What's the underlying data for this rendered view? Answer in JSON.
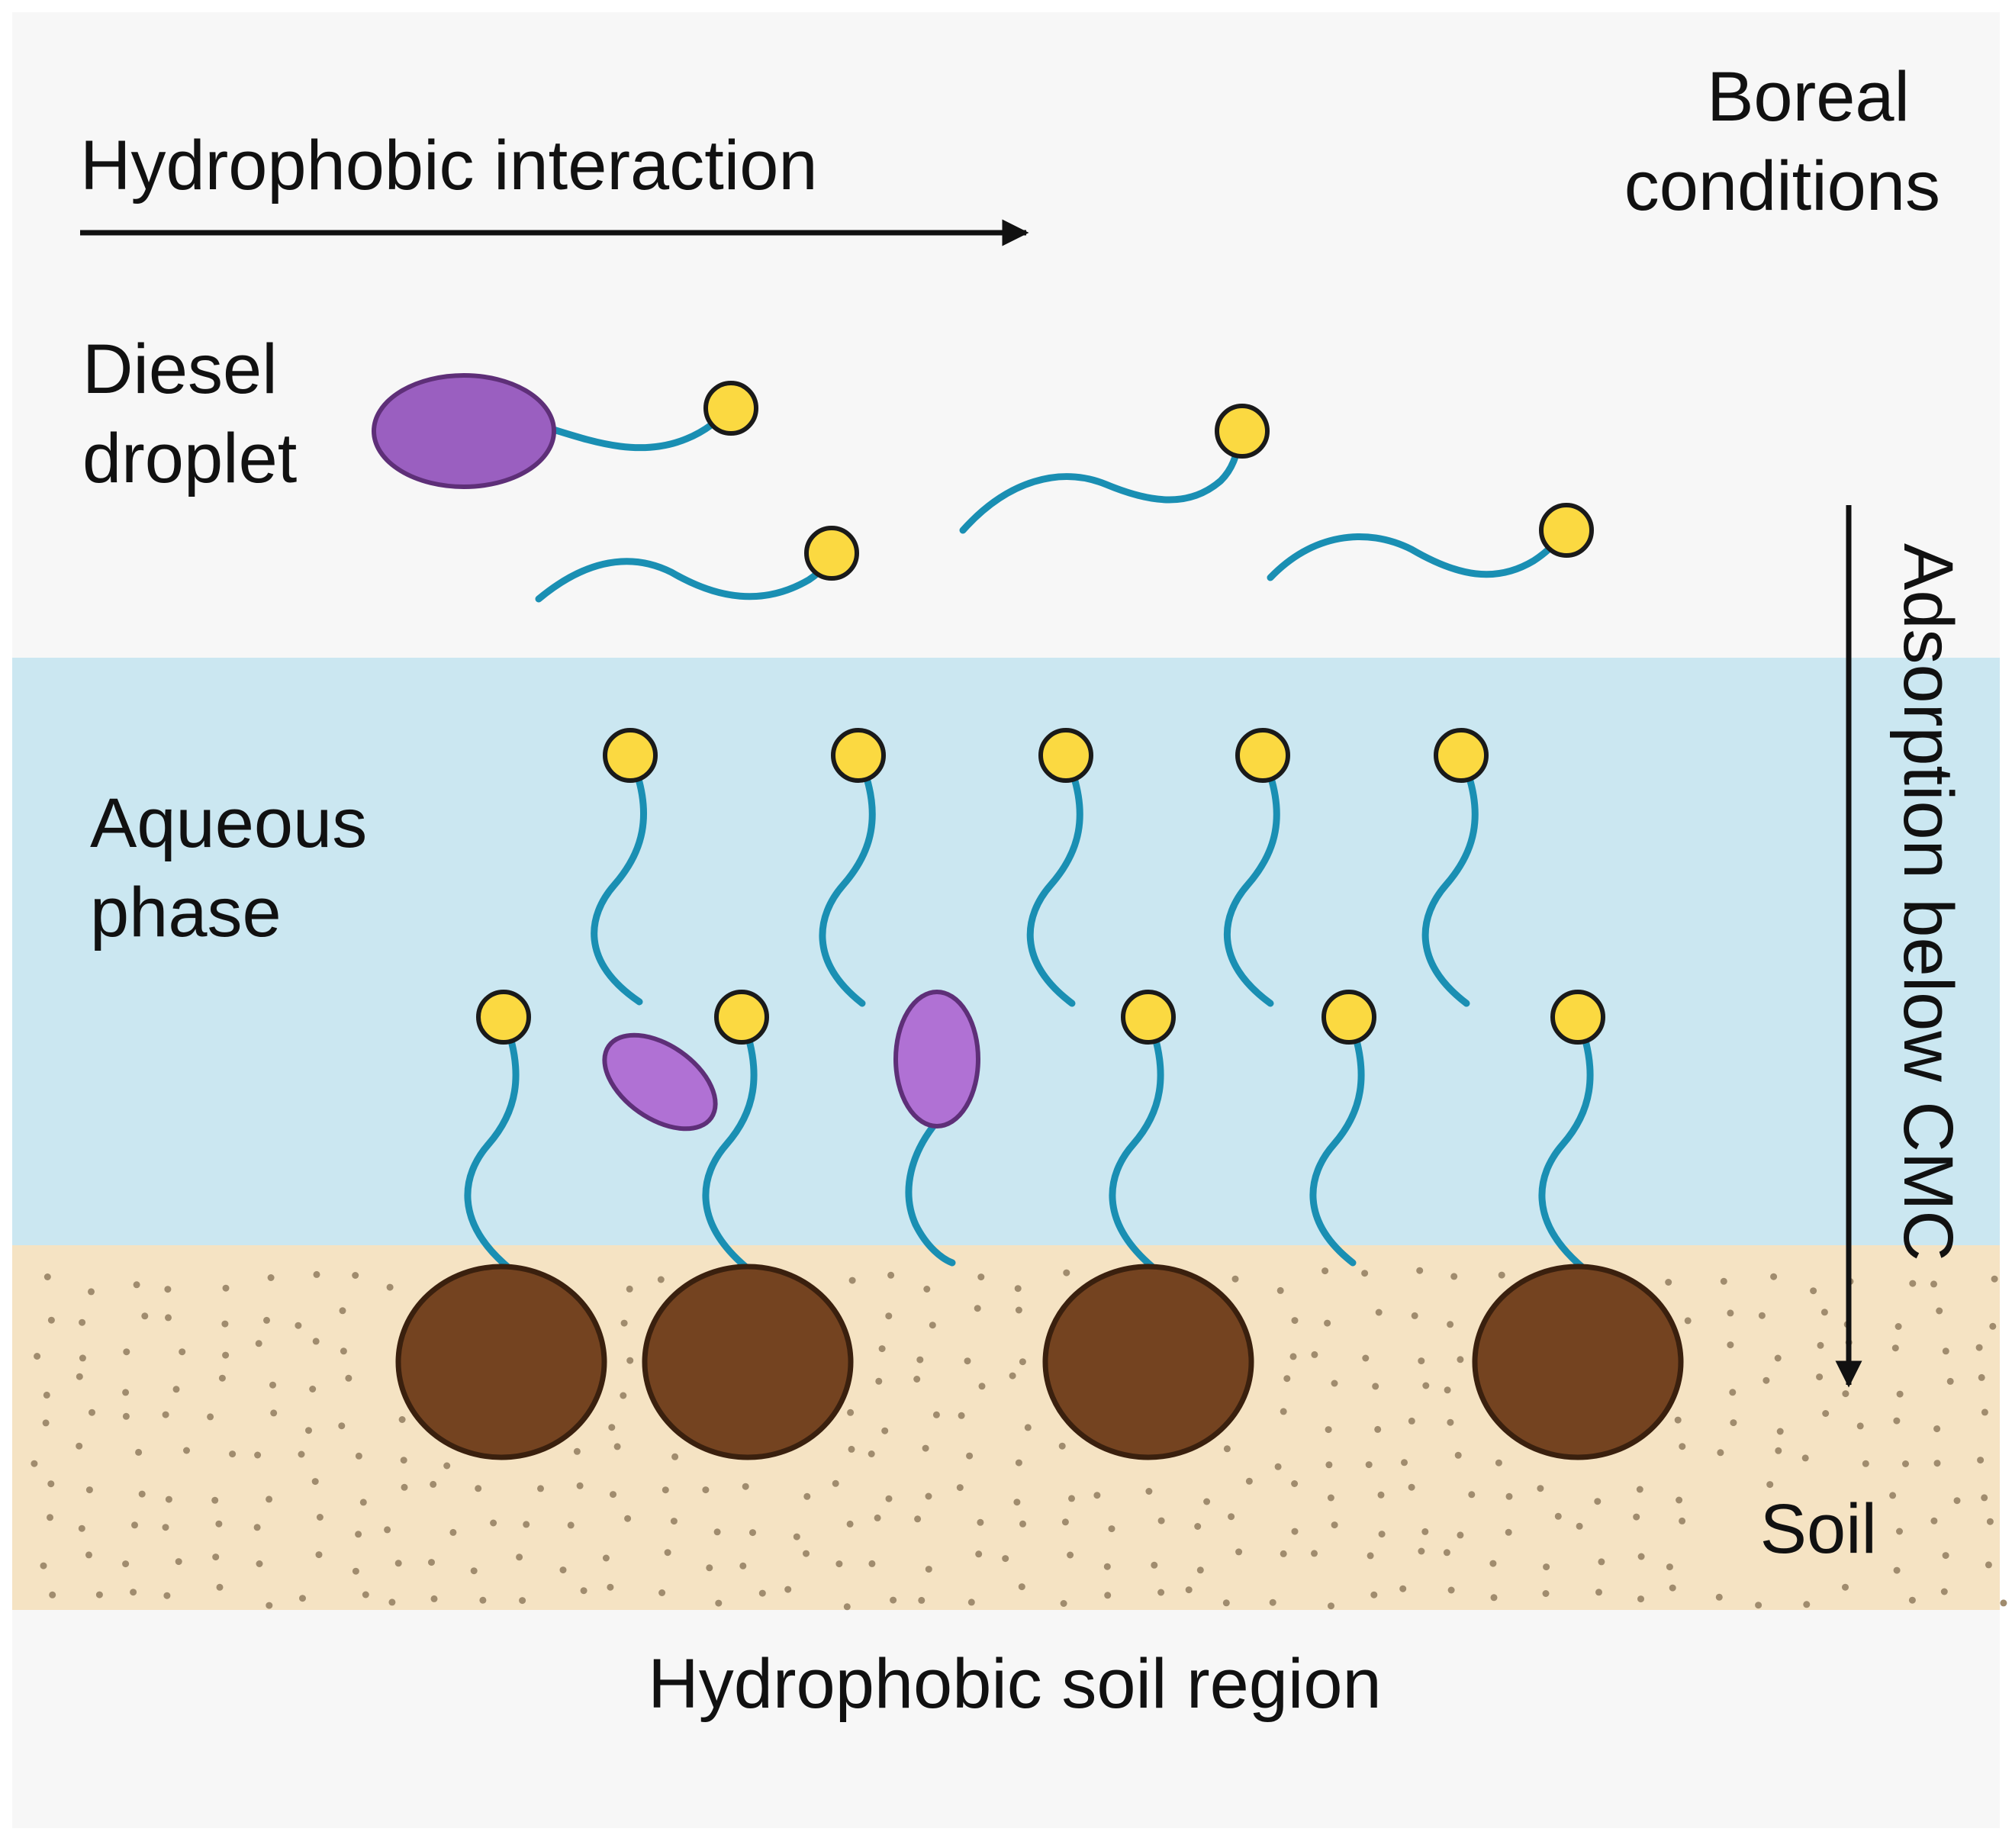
{
  "labels": {
    "hydrophobic_interaction": "Hydrophobic interaction",
    "boreal_line1": "Boreal",
    "boreal_line2": "conditions",
    "diesel_line1": "Diesel",
    "diesel_line2": "droplet",
    "aqueous_line1": "Aqueous",
    "aqueous_line2": "phase",
    "adsorption": "Adsorption below CMC",
    "soil": "Soil",
    "hydrophobic_soil_region": "Hydrophobic soil region"
  },
  "colors": {
    "background": "#f7f7f7",
    "aqueous_phase": "#cbe7f1",
    "soil": "#f5e3c3",
    "soil_dots": "#a08c6e",
    "surfactant_tail": "#1a8fb3",
    "surfactant_head": "#fbd941",
    "head_outline": "#1a1a1a",
    "diesel_droplet": "#9a5fc0",
    "diesel_droplet_small": "#b071d4",
    "droplet_outline": "#5e2f78",
    "soil_particle": "#744320",
    "particle_outline": "#3a200e",
    "arrow": "#111111"
  },
  "icons": {
    "surfactant": "surfactant-molecule-icon",
    "diesel": "diesel-droplet-icon",
    "soil_particle": "soil-particle-icon"
  }
}
